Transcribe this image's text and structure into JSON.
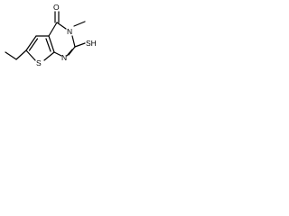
{
  "molecule": {
    "atoms": {
      "oxygen": "O",
      "methyl_nitrogen": "N",
      "ring_nitrogen": "N",
      "sulfur_ring": "S",
      "thiol": "SH"
    }
  }
}
